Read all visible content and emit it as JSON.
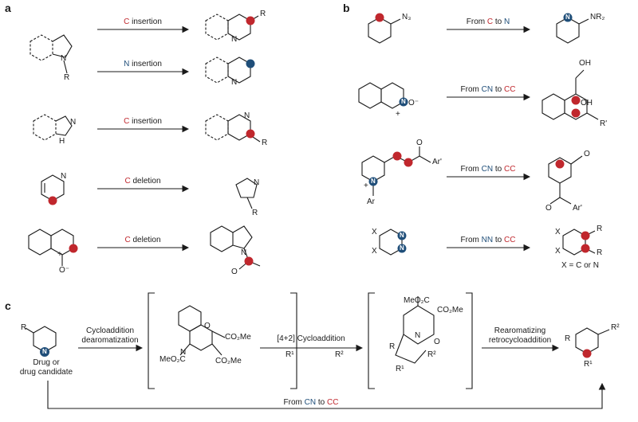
{
  "panels": {
    "a": "a",
    "b": "b",
    "c": "c"
  },
  "panel_a": {
    "reactions": [
      {
        "label_pre": "",
        "label_hl": "C",
        "label_post": " insertion"
      },
      {
        "label_pre": "",
        "label_hl": "N",
        "label_post": " insertion"
      },
      {
        "label_pre": "",
        "label_hl": "C",
        "label_post": " insertion"
      },
      {
        "label_pre": "",
        "label_hl": "C",
        "label_post": " deletion"
      },
      {
        "label_pre": "",
        "label_hl": "C",
        "label_post": " deletion"
      }
    ]
  },
  "panel_b": {
    "reactions": [
      {
        "p1": "From ",
        "h1": "C",
        "p2": " to ",
        "h2": "N"
      },
      {
        "p1": "From ",
        "h1": "CN",
        "p2": " to ",
        "h2": "CC"
      },
      {
        "p1": "From ",
        "h1": "CN",
        "p2": " to ",
        "h2": "CC"
      },
      {
        "p1": "From ",
        "h1": "NN",
        "p2": " to ",
        "h2": "CC"
      }
    ],
    "x_note": "X = C or N"
  },
  "panel_c": {
    "start_caption": [
      "Drug or",
      "drug candidate"
    ],
    "step1": [
      "Cycloaddition",
      "dearomatization"
    ],
    "step2": "[4+2] Cycloaddition",
    "step3": [
      "Rearomatizing",
      "retrocycloaddition"
    ],
    "bottom": {
      "p1": "From ",
      "h1": "CN",
      "p2": " to ",
      "h2": "CC"
    },
    "atoms": {
      "R": "R",
      "N": "N",
      "O": "O",
      "CO2Me": "CO₂Me",
      "MeO2C": "MeO₂C",
      "R1": "R¹",
      "R2": "R²"
    }
  },
  "atoms": {
    "N": "N",
    "R": "R",
    "H": "H",
    "O": "O",
    "OH": "OH",
    "N3": "N₃",
    "NR2": "NR₂",
    "Ar": "Ar",
    "Ar1": "Ar'",
    "R1": "R'",
    "X": "X",
    "plus": "+",
    "minus": "O⁻",
    "C": "C"
  },
  "colors": {
    "red": "#c0272d",
    "blue": "#1f4e79",
    "ink": "#1a1a1a"
  }
}
